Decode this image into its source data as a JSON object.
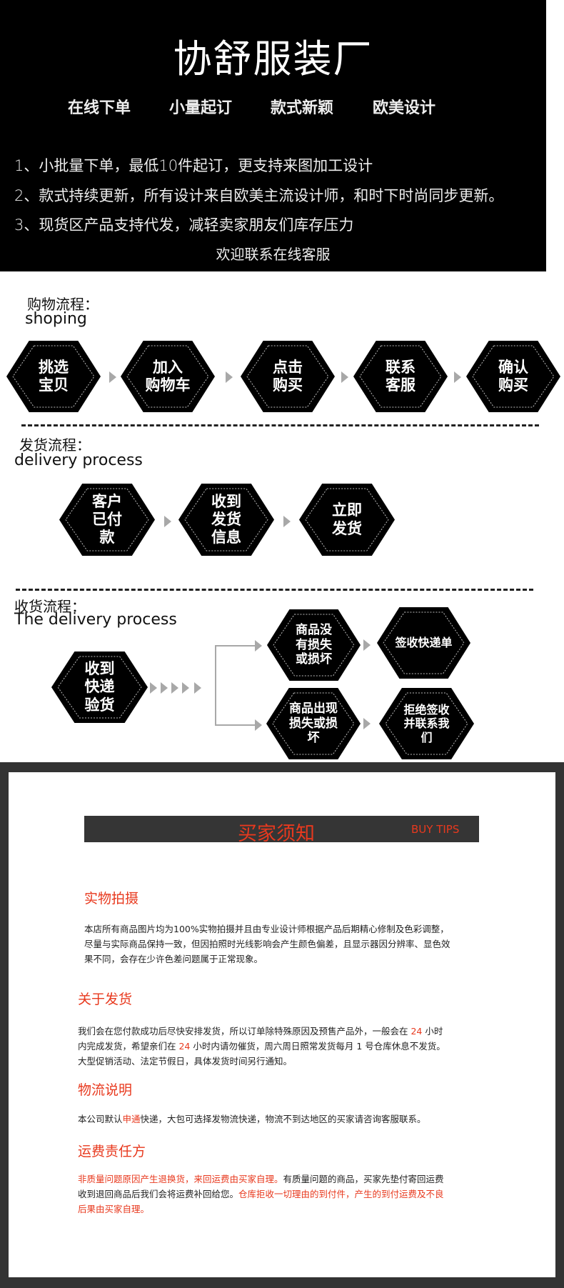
{
  "banner": {
    "title": "协舒服装厂",
    "features": [
      "在线下单",
      "小量起订",
      "款式新颖",
      "欧美设计"
    ],
    "lines": [
      "1、小批量下单，最低10件起订，更支持来图加工设计",
      "2、款式持续更新，所有设计来自欧美主流设计师，和时下时尚同步更新。",
      "3、现货区产品支持代发，减轻卖家朋友们库存压力"
    ],
    "welcome": "欢迎联系在线客服"
  },
  "shopping": {
    "title_cn": "购物流程：",
    "title_en": "shoping",
    "steps": [
      [
        "挑选",
        "宝贝"
      ],
      [
        "加入",
        "购物车"
      ],
      [
        "点击",
        "购买"
      ],
      [
        "联系",
        "客服"
      ],
      [
        "确认",
        "购买"
      ]
    ]
  },
  "delivery": {
    "title_cn": "发货流程：",
    "title_en": "delivery  process",
    "steps": [
      [
        "客户",
        "已付",
        "款"
      ],
      [
        "收到",
        "发货",
        "信息"
      ],
      [
        "立即",
        "发货"
      ]
    ]
  },
  "receiving": {
    "title_cn": "收货流程：",
    "title_en": "The delivery process",
    "start": [
      "收到",
      "快递",
      "验货"
    ],
    "ok_case": [
      "商品没",
      "有损失",
      "或损坏"
    ],
    "ok_result": [
      "签收快递单"
    ],
    "bad_case": [
      "商品出现",
      "损失或损",
      "坏"
    ],
    "bad_result": [
      "拒绝签收",
      "并联系我",
      "们"
    ]
  },
  "tips": {
    "title": "买家须知",
    "title_en": "BUY TIPS",
    "accent": "#e8391e",
    "sections": [
      {
        "heading": "实物拍摄",
        "lines": [
          [
            {
              "t": "本店所有商品图片均为100%实物拍摄并且由专业设计师根据产品后期精心修制及色彩调整，"
            }
          ],
          [
            {
              "t": "尽量与实际商品保持一致，但因拍照时光线影响会产生颜色偏差，且显示器因分辨率、显色效"
            }
          ],
          [
            {
              "t": "果不同，会存在少许色差问题属于正常现象。"
            }
          ]
        ]
      },
      {
        "heading": "关于发货",
        "lines": [
          [
            {
              "t": "我们会在您付款成功后尽快安排发货，所以订单除特殊原因及预售产品外，一般会在 "
            },
            {
              "t": "24",
              "red": true
            },
            {
              "t": " 小时"
            }
          ],
          [
            {
              "t": "内完成发货，希望亲们在 "
            },
            {
              "t": "24",
              "red": true
            },
            {
              "t": " 小时内请勿催货，周六周日照常发货每月 1 号仓库休息不发货。"
            }
          ],
          [
            {
              "t": "大型促销活动、法定节假日，具体发货时间另行通知。"
            }
          ]
        ]
      },
      {
        "heading": "物流说明",
        "lines": [
          [
            {
              "t": "本公司默认"
            },
            {
              "t": "申通",
              "red": true
            },
            {
              "t": "快递，大包可选择发物流快递，物流不到达地区的买家请咨询客服联系。"
            }
          ]
        ]
      },
      {
        "heading": "运费责任方",
        "lines": [
          [
            {
              "t": "非质量问题原因产生退换货，来回运费由买家自理。",
              "red": true
            },
            {
              "t": "有质量问题的商品，买家先垫付寄回运费"
            }
          ],
          [
            {
              "t": "收到退回商品后我们会将运费补回给您。"
            },
            {
              "t": "仓库拒收一切理由的到付件，产生的到付运费及不良",
              "red": true
            }
          ],
          [
            {
              "t": "后果由买家自理。",
              "red": true
            }
          ]
        ]
      }
    ]
  }
}
